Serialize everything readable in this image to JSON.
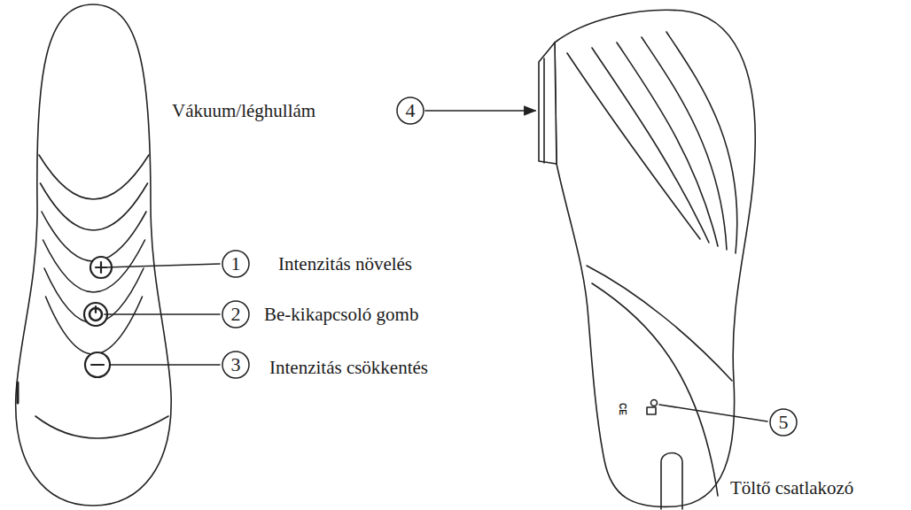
{
  "diagram": {
    "nodes": [
      {
        "text": [
          "4"
        ]
      },
      {
        "text": [
          "1"
        ]
      },
      {
        "text": [
          "2"
        ]
      },
      {
        "text": [
          "3"
        ]
      },
      {
        "text": [
          "5"
        ]
      }
    ],
    "labels": [
      "Vákuum/léghullám",
      "Intenzitás növelés",
      "Be-kikapcsoló gomb",
      "Intenzitás csökkentés",
      "Töltő csatlakozó",
      "CE"
    ]
  }
}
